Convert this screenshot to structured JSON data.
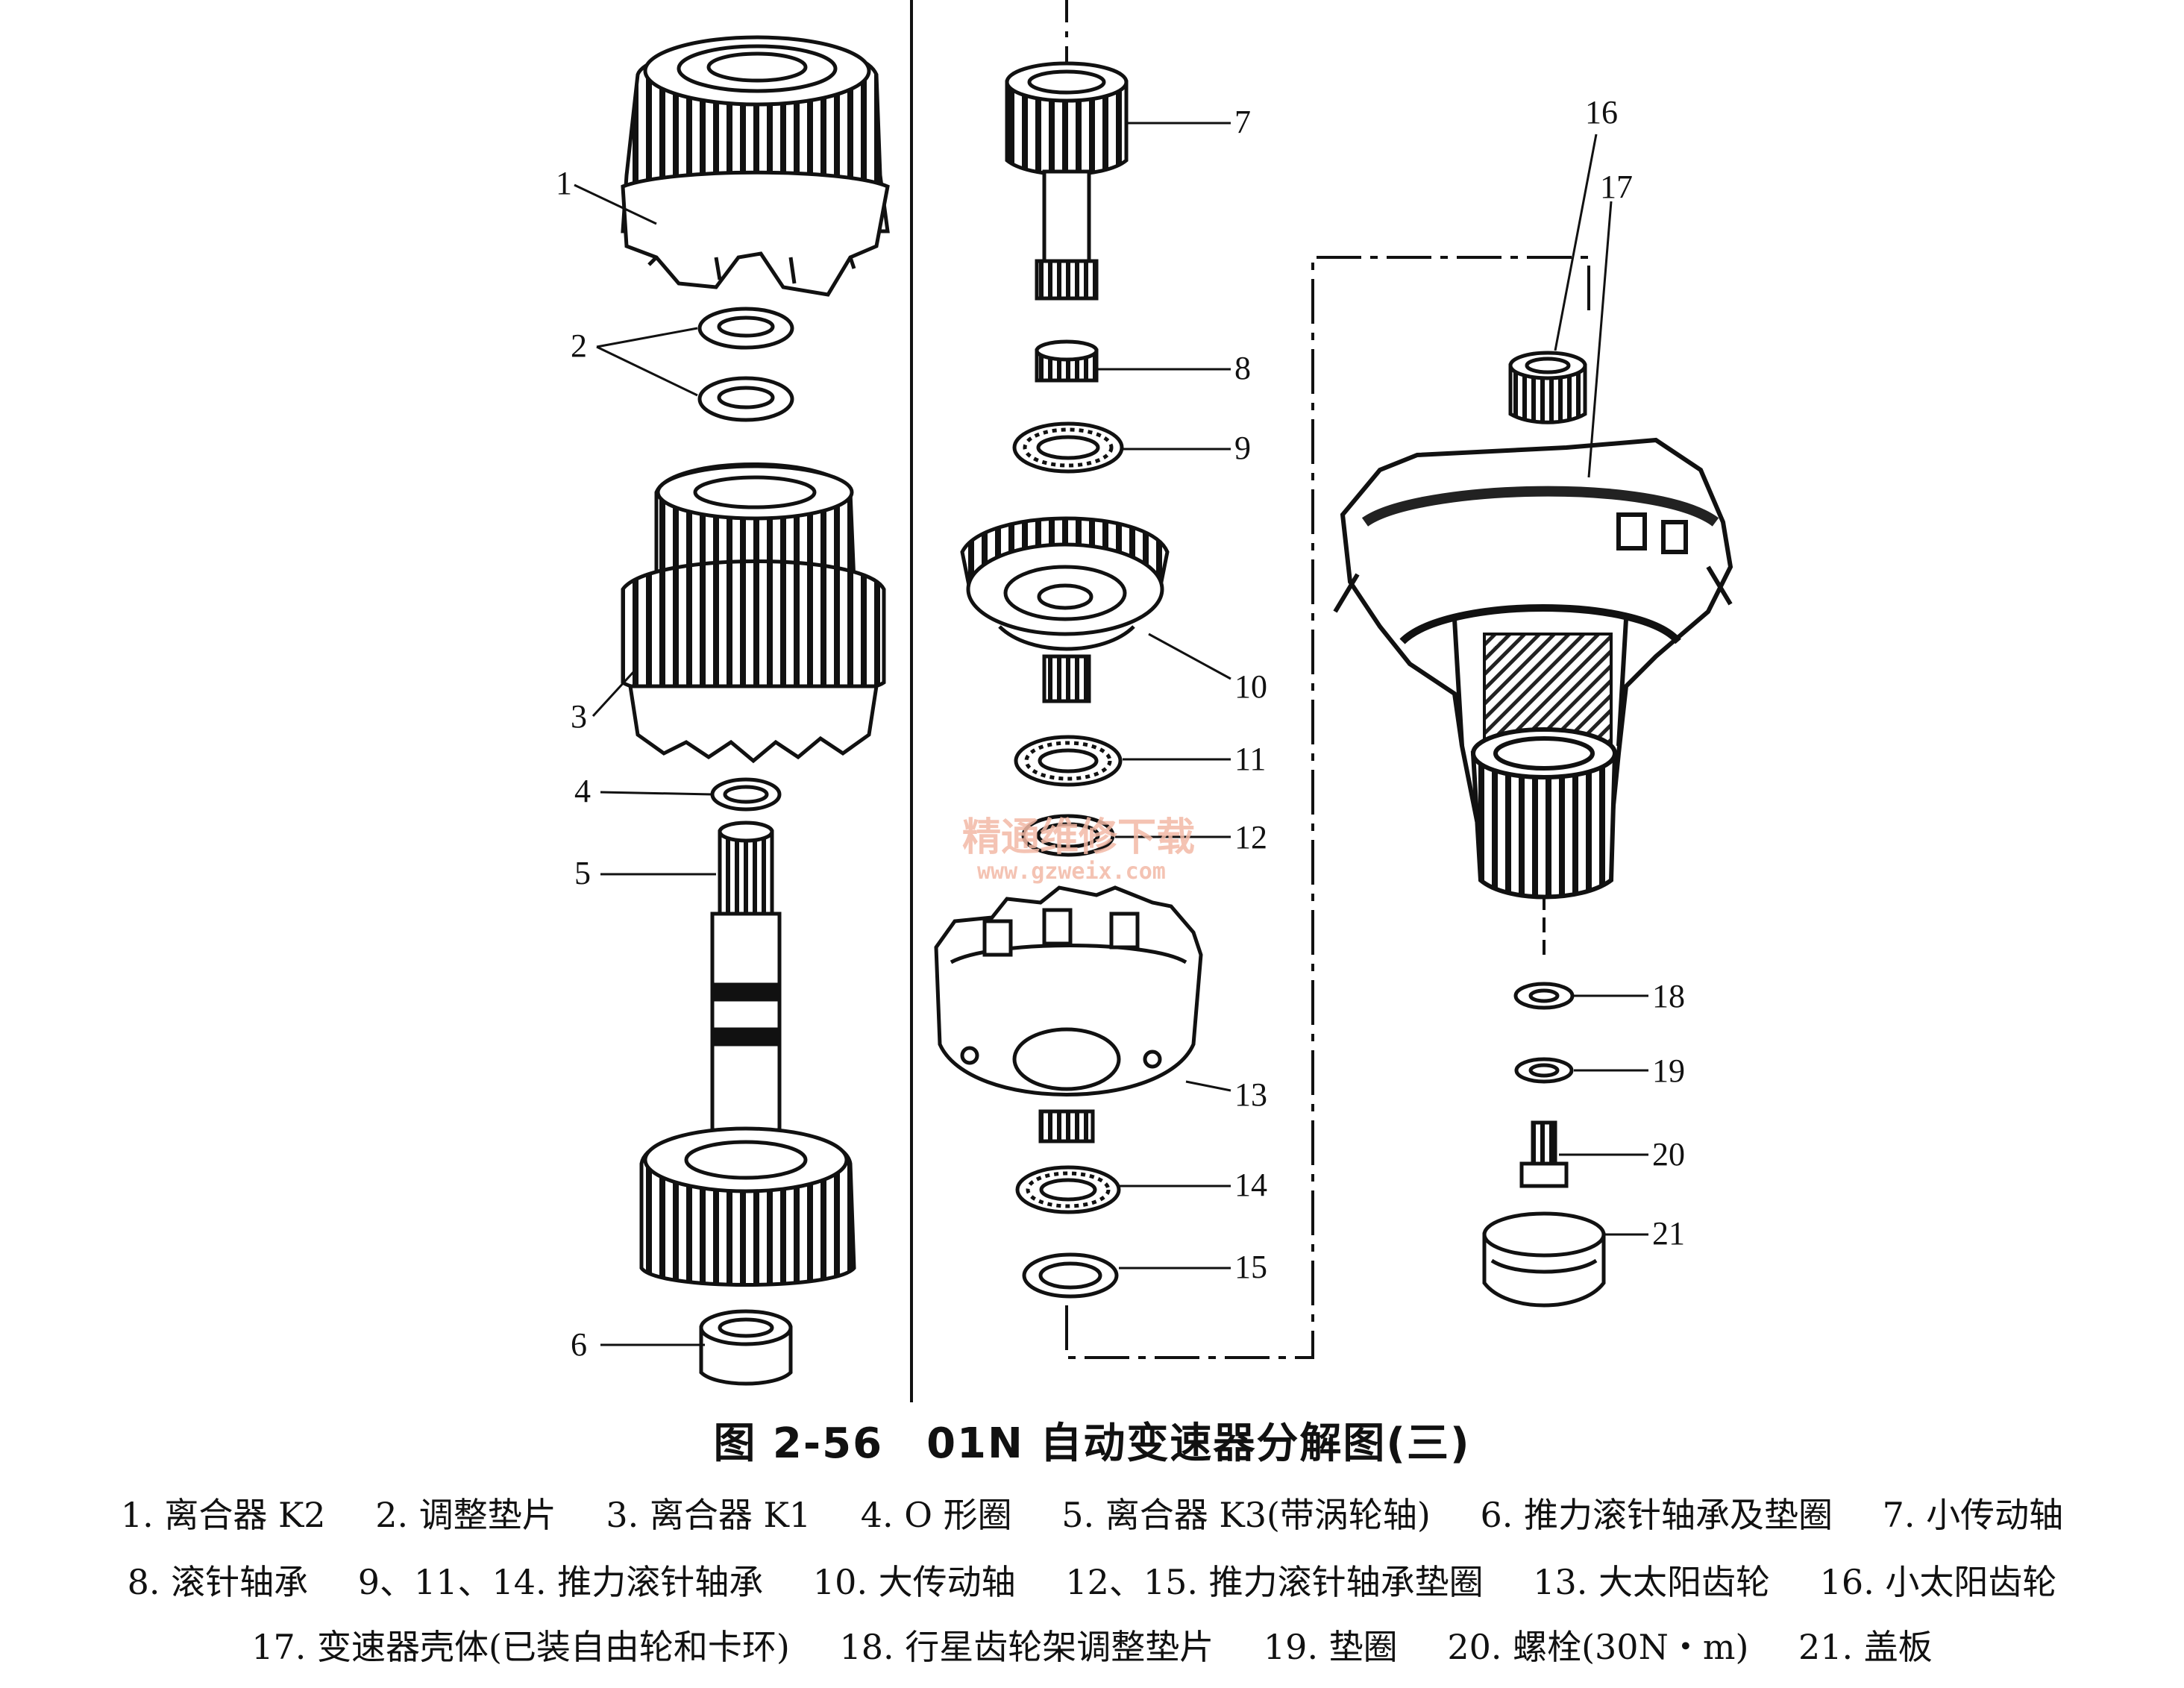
{
  "watermark": {
    "text": "精通维修下载",
    "url": "www.gzweix.com"
  },
  "labels": [
    "1",
    "2",
    "3",
    "4",
    "5",
    "6",
    "7",
    "8",
    "9",
    "10",
    "11",
    "12",
    "13",
    "14",
    "15",
    "16",
    "17",
    "18",
    "19",
    "20",
    "21"
  ],
  "caption": "图 2-56　01N 自动变速器分解图(三)",
  "legend": {
    "line1": [
      "1. 离合器 K2",
      "2. 调整垫片",
      "3. 离合器 K1",
      "4. O 形圈",
      "5. 离合器 K3(带涡轮轴)",
      "6. 推力滚针轴承及垫圈",
      "7. 小传动轴"
    ],
    "line2": [
      "8. 滚针轴承",
      "9、11、14. 推力滚针轴承",
      "10. 大传动轴",
      "12、15. 推力滚针轴承垫圈",
      "13. 大太阳齿轮",
      "16. 小太阳齿轮"
    ],
    "line3": [
      "17. 变速器壳体(已装自由轮和卡环)",
      "18. 行星齿轮架调整垫片",
      "19. 垫圈",
      "20. 螺栓(30N・m)",
      "21. 盖板"
    ]
  }
}
